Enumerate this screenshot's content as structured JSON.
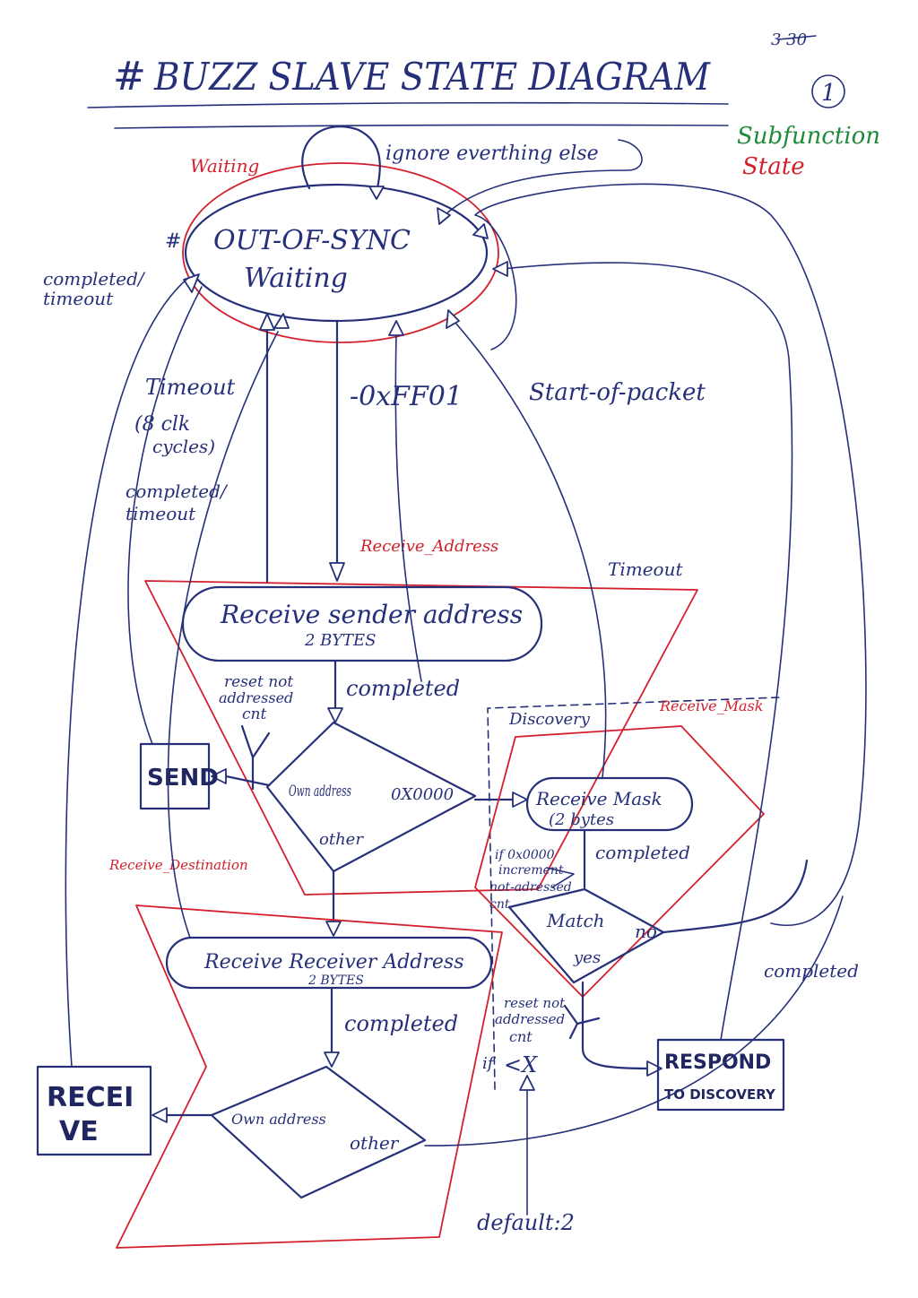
{
  "title": "BUZZ SLAVE STATE DIAGRAM",
  "title_prefix": "#",
  "page_number_struck": "3 30",
  "page_marker": "1",
  "legend": {
    "line1": "Subfunction",
    "line2": "State"
  },
  "states": {
    "out_of_sync_line1": "OUT-OF-SYNC",
    "out_of_sync_line2": "Waiting",
    "waiting_label": "Waiting",
    "receive_sender_line1": "Receive sender address",
    "receive_sender_line2": "2 BYTES",
    "receive_address_label": "Receive_Address",
    "receive_receiver_line1": "Receive Receiver Address",
    "receive_receiver_line2": "2 BYTES",
    "receive_destination_label": "Receive_Destination",
    "receive_mask_line1": "Receive Mask",
    "receive_mask_line2": "(2 bytes",
    "receive_mask_label": "Receive_Mask",
    "discovery_label": "Discovery",
    "send": "SEND",
    "receive_line1": "RECEI",
    "receive_line2": "VE",
    "respond_line1": "RESPOND",
    "respond_line2": "TO DISCOVERY"
  },
  "decisions": {
    "sender_own": "Own address",
    "sender_zero": "0X0000",
    "sender_other": "other",
    "match": "Match",
    "match_no": "no",
    "match_yes": "yes",
    "receiver_own": "Own address",
    "receiver_other": "other"
  },
  "transitions": {
    "ignore": "ignore everthing else",
    "completed_timeout_1a": "completed/",
    "completed_timeout_1b": "timeout",
    "timeout_a": "Timeout",
    "timeout_b": "(8 clk",
    "timeout_c": "cycles)",
    "completed_timeout_2a": "completed/",
    "completed_timeout_2b": "timeout",
    "start_code": "-0xFF01",
    "start_of_packet": "Start-of-packet",
    "timeout_right": "Timeout",
    "completed_sender": "completed",
    "reset_cnt_a": "reset not",
    "reset_cnt_b": "addressed",
    "reset_cnt_c": "cnt",
    "completed_mask": "completed",
    "if_a": "if 0x0000",
    "if_b": "increment",
    "if_c": "not-adressed",
    "if_d": "cnt",
    "reset2_a": "reset not",
    "reset2_b": "addressed",
    "reset2_c": "cnt",
    "if_lt_a": "if",
    "if_lt_b": "<X",
    "default": "default:2",
    "completed_receiver": "completed",
    "completed_respond": "completed"
  }
}
